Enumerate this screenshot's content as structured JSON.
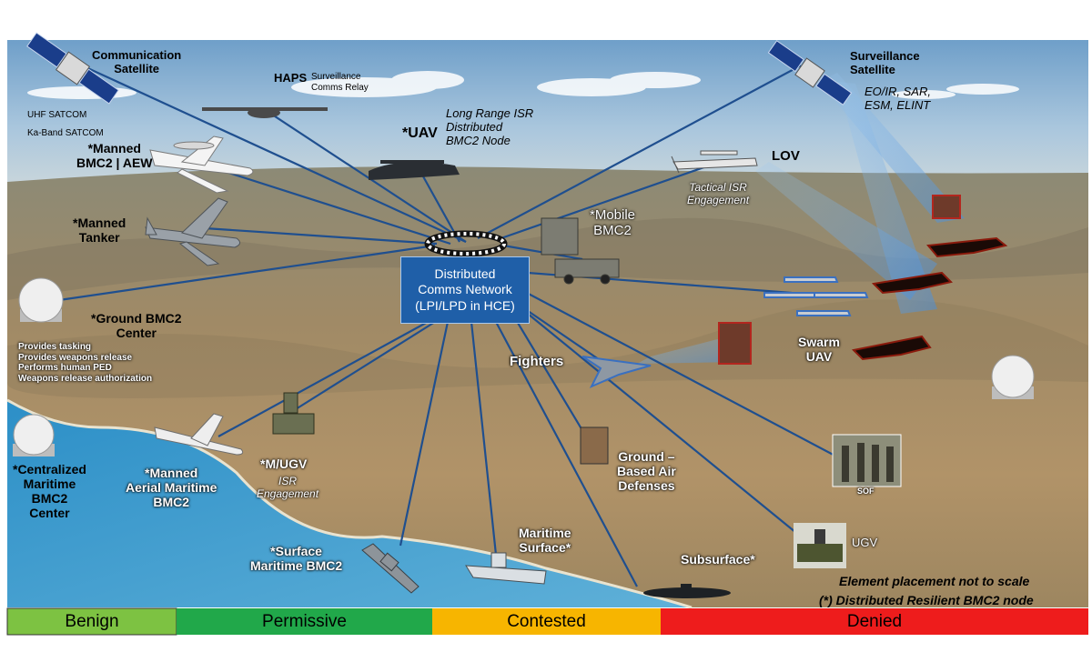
{
  "hub": {
    "text": "Distributed\nComms Network\n(LPI/LPD in HCE)"
  },
  "labels": {
    "comm_sat": "Communication\nSatellite",
    "uhf": "UHF SATCOM",
    "kaband": "Ka-Band SATCOM",
    "haps": "HAPS",
    "haps_sub": "Surveillance\nComms Relay",
    "uav": "*UAV",
    "uav_sub": "Long Range ISR\nDistributed\nBMC2 Node",
    "surv_sat": "Surveillance\nSatellite",
    "surv_sat_sub": "EO/IR, SAR,\nESM, ELINT",
    "lov": "LOV",
    "lov_sub": "Tactical ISR\nEngagement",
    "mobile": "*Mobile\nBMC2",
    "aew": "*Manned\nBMC2 | AEW",
    "tanker": "*Manned\nTanker",
    "ground": "*Ground BMC2\nCenter",
    "ground_sub": "Provides tasking\nProvides weapons release\nPerforms human PED\nWeapons release authorization",
    "fighters": "Fighters",
    "swarm": "Swarm\nUAV",
    "mugv": "*M/UGV",
    "mugv_sub": "ISR\nEngagement",
    "gbad": "Ground –\nBased Air\nDefenses",
    "sof": "SOF",
    "ugv": "UGV",
    "centralized": "*Centralized\nMaritime\nBMC2\nCenter",
    "mam": "*Manned\nAerial Maritime\nBMC2",
    "surface_bmc2": "*Surface\nMaritime BMC2",
    "mar_surface": "Maritime\nSurface*",
    "subsurface": "Subsurface*",
    "note1": "Element placement not to scale",
    "note2": "(*) Distributed Resilient BMC2 node"
  },
  "zones": [
    {
      "label": "Benign",
      "color": "#7dc242"
    },
    {
      "label": "Permissive",
      "color": "#21a84a"
    },
    {
      "label": "Contested",
      "color": "#f7b500"
    },
    {
      "label": "Denied",
      "color": "#ee1c1c"
    }
  ]
}
